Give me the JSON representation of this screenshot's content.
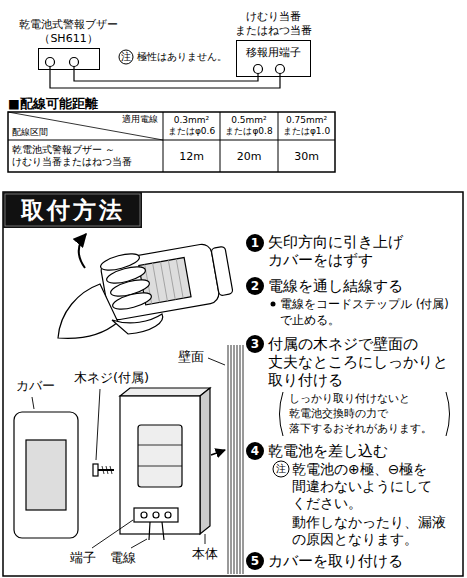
{
  "diagram": {
    "nodes": [
      {
        "text": [
          "乾電池式警報ブザー （SH611）"
        ]
      },
      {
        "text": [
          "けむり当番 またはねつ当番",
          "移報用端子"
        ]
      }
    ],
    "edges": [
      {
        "from": 0,
        "to": 1,
        "arrow": "none"
      },
      {
        "from": 0,
        "to": 1,
        "arrow": "none"
      }
    ],
    "labels": [
      "注",
      "極性はありません。",
      "■配線可能距離",
      "適用電線",
      "配線区間",
      "0.3mm² またはφ0.6",
      "0.5mm² またはφ0.8",
      "0.75mm² またはφ1.0",
      "乾電池式警報ブザー ～けむり当番またはねつ当番",
      "12m",
      "20m",
      "30m",
      "取付方法",
      "1",
      "矢印方向に引き上げ カバーをはずす",
      "2",
      "電線を通し結線する",
      "電線をコードステップル (付属)で止める。",
      "3",
      "付属の木ネジで壁面の 丈夫なところにしっかりと 取り付ける",
      "しっかり取り付けないと 乾電池交換時の力で 落下するおそれがあります。",
      "4",
      "乾電池を差し込む",
      "注",
      "乾電池の⊕極、⊖極を 間違わないようにして ください。",
      "動作しなかったり、漏液 の原因となります。",
      "5",
      "カバーを取り付ける",
      "カバー",
      "木ネジ(付属)",
      "壁面",
      "本体",
      "端子",
      "電線"
    ]
  }
}
